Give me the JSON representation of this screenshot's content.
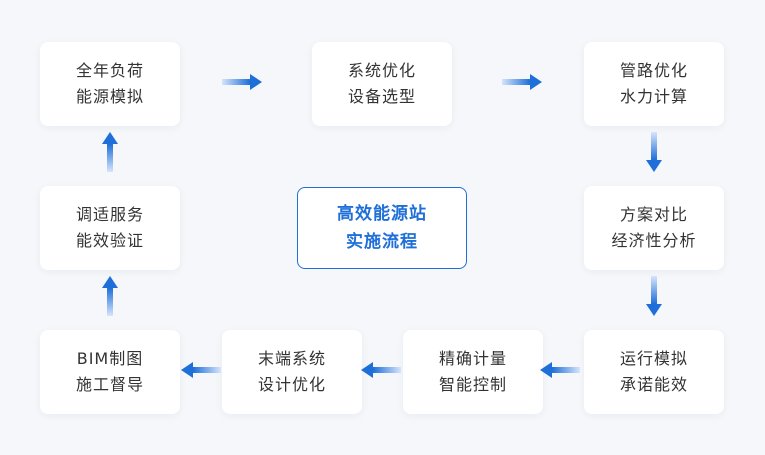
{
  "center": {
    "line1": "高效能源站",
    "line2": "实施流程"
  },
  "steps": [
    {
      "line1": "全年负荷",
      "line2": "能源模拟"
    },
    {
      "line1": "系统优化",
      "line2": "设备选型"
    },
    {
      "line1": "管路优化",
      "line2": "水力计算"
    },
    {
      "line1": "方案对比",
      "line2": "经济性分析"
    },
    {
      "line1": "运行模拟",
      "line2": "承诺能效"
    },
    {
      "line1": "精确计量",
      "line2": "智能控制"
    },
    {
      "line1": "末端系统",
      "line2": "设计优化"
    },
    {
      "line1": "BIM制图",
      "line2": "施工督导"
    },
    {
      "line1": "调适服务",
      "line2": "能效验证"
    }
  ],
  "colors": {
    "accent": "#1f6fd8",
    "arrow_light": "#cfe0fb",
    "background": "#f5f7fa",
    "card": "#ffffff",
    "text": "#333333"
  },
  "icons": {
    "flow_arrow": "arrow-icon"
  }
}
